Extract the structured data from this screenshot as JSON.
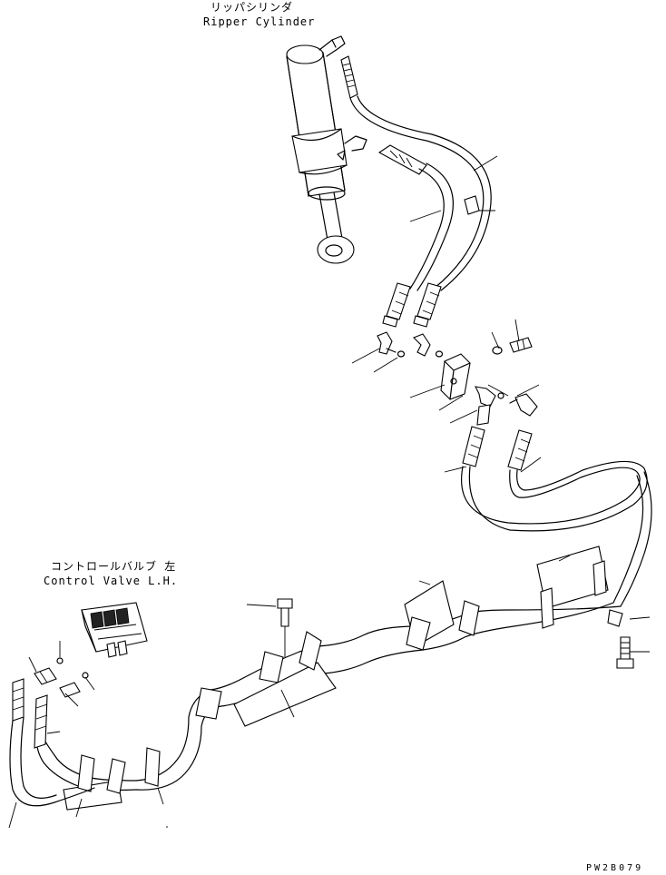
{
  "labels": {
    "ripper_cylinder_jp": "リッパシリンダ",
    "ripper_cylinder_en": "Ripper Cylinder",
    "control_valve_jp": "コントロールバルブ 左",
    "control_valve_en": "Control Valve L.H.",
    "drawing_code": "PW2B079"
  }
}
